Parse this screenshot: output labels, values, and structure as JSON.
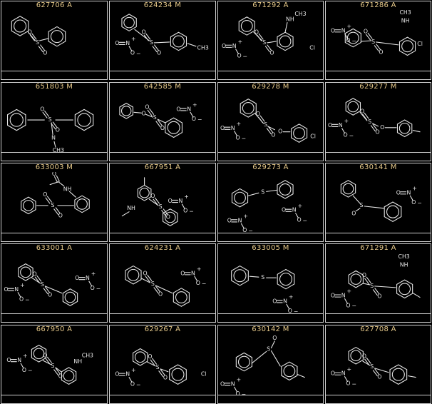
{
  "cells": [
    {
      "id": "627706 A"
    },
    {
      "id": "624234 M"
    },
    {
      "id": "671292 A"
    },
    {
      "id": "671286 A"
    },
    {
      "id": "651803 M"
    },
    {
      "id": "642585 M"
    },
    {
      "id": "629278 M"
    },
    {
      "id": "629277 M"
    },
    {
      "id": "633003 M"
    },
    {
      "id": "667951 A"
    },
    {
      "id": "629273 A"
    },
    {
      "id": "630141 M"
    },
    {
      "id": "633001 A"
    },
    {
      "id": "624231 A"
    },
    {
      "id": "633005 M"
    },
    {
      "id": "671291 A"
    },
    {
      "id": "667950 A"
    },
    {
      "id": "629267 A"
    },
    {
      "id": "630142 M"
    },
    {
      "id": "627708 A"
    }
  ],
  "labels": {
    "s": "S",
    "o": "O",
    "n": "N",
    "cl": "Cl",
    "ch3": "CH3",
    "nh": "NH",
    "o_plus": "+",
    "o_minus": "−",
    "n_plus": "N+",
    "o_neg": "O-"
  }
}
